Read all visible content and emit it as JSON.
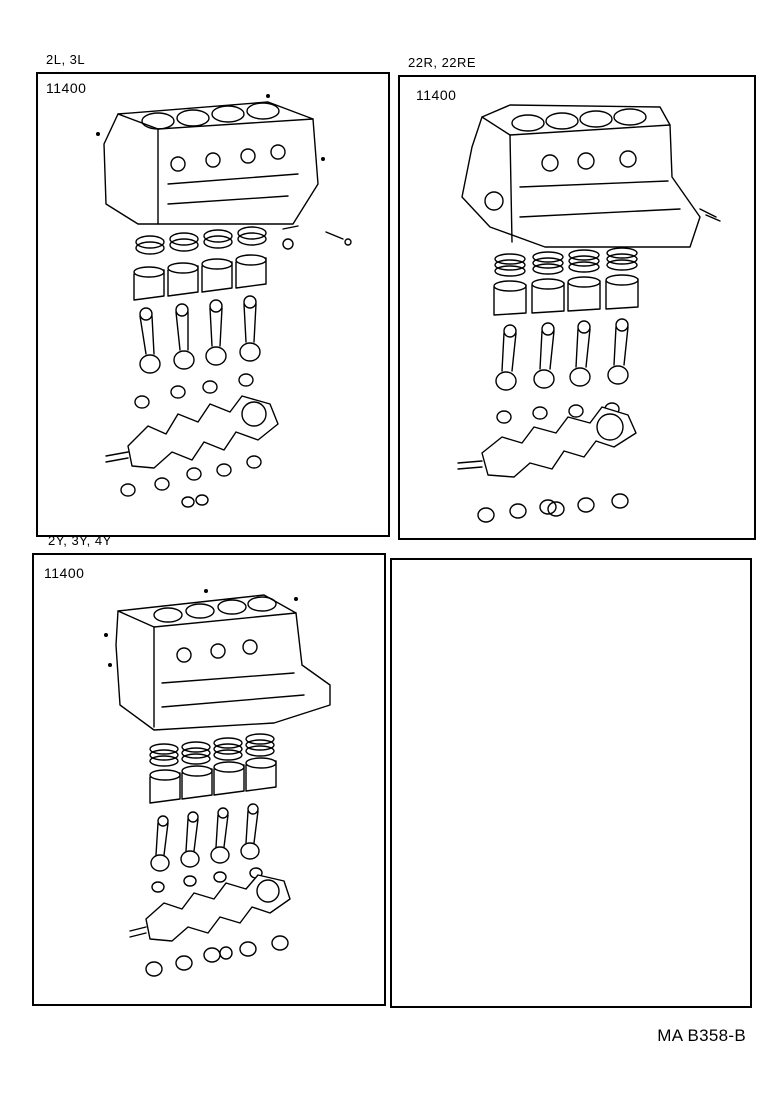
{
  "panels": [
    {
      "engine_label": "2L, 3L",
      "part_number": "11400"
    },
    {
      "engine_label": "22R, 22RE",
      "part_number": "11400"
    },
    {
      "engine_label": "2Y, 3Y, 4Y",
      "part_number": "11400"
    },
    {
      "engine_label": "",
      "part_number": ""
    }
  ],
  "diagram_code": "MA B358-B"
}
